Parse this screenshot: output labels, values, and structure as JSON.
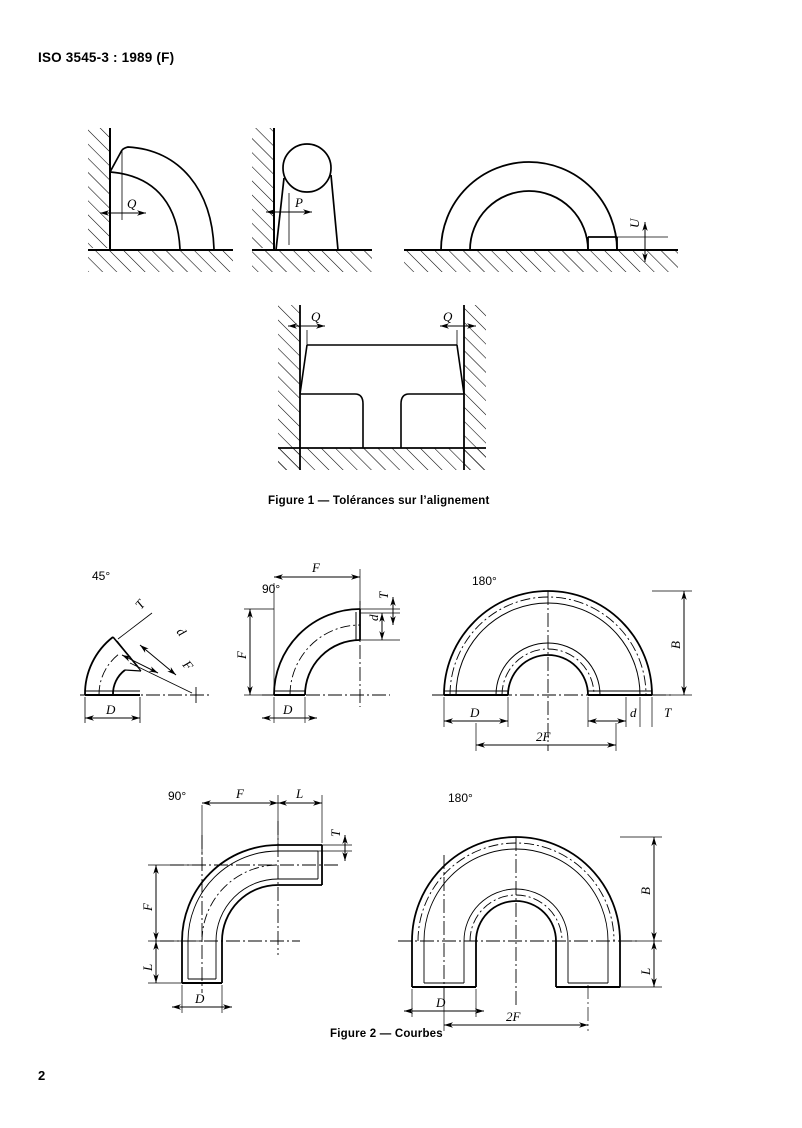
{
  "document": {
    "header": "ISO 3545-3 : 1989 (F)",
    "page_number": "2",
    "language": "fr"
  },
  "figures": [
    {
      "id": "figure-1",
      "caption": "Figure 1 — Tolérances sur l’alignement",
      "diagrams": [
        {
          "id": "fig1-elbow-90-wall",
          "name": "90-degree-elbow-against-wall",
          "labels": [
            "Q"
          ]
        },
        {
          "id": "fig1-pipe-tilt",
          "name": "pipe-end-tilt-against-wall",
          "labels": [
            "P"
          ]
        },
        {
          "id": "fig1-return-bend-flat",
          "name": "180-degree-return-bend-on-surface",
          "labels": [
            "U"
          ]
        },
        {
          "id": "fig1-return-bend-channel",
          "name": "return-bend-in-channel",
          "labels": [
            "Q",
            "Q"
          ]
        }
      ]
    },
    {
      "id": "figure-2",
      "caption": "Figure 2 — Courbes",
      "diagrams": [
        {
          "id": "fig2-elbow-45",
          "name": "45-degree-bend",
          "angle": "45°",
          "labels": [
            "T",
            "d",
            "F",
            "D"
          ]
        },
        {
          "id": "fig2-elbow-90",
          "name": "90-degree-bend",
          "angle": "90°",
          "labels": [
            "F",
            "T",
            "d",
            "F",
            "D"
          ]
        },
        {
          "id": "fig2-bend-180",
          "name": "180-degree-bend",
          "angle": "180°",
          "labels": [
            "B",
            "D",
            "d",
            "T",
            "2F"
          ]
        },
        {
          "id": "fig2-elbow-90-tangent",
          "name": "90-degree-bend-with-tangents",
          "angle": "90°",
          "labels": [
            "F",
            "L",
            "T",
            "F",
            "L",
            "D"
          ]
        },
        {
          "id": "fig2-bend-180-tangent",
          "name": "180-degree-bend-with-tangents",
          "angle": "180°",
          "labels": [
            "B",
            "L",
            "D",
            "2F"
          ]
        }
      ]
    }
  ],
  "dimensions": {
    "Q": "Q",
    "P": "P",
    "U": "U",
    "T": "T",
    "d": "d",
    "D": "D",
    "F": "F",
    "L": "L",
    "B": "B",
    "twoF": "2F"
  },
  "angles": {
    "a45": "45°",
    "a90": "90°",
    "a180": "180°"
  },
  "colors": {
    "ink": "#000000",
    "paper": "#ffffff"
  }
}
